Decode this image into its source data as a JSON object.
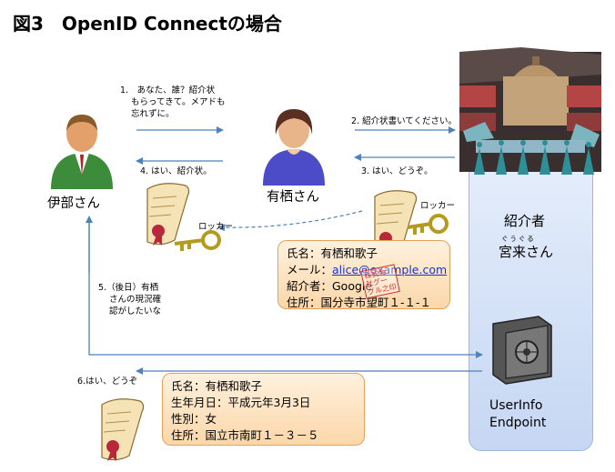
{
  "title": "図3　OpenID Connectの場合",
  "actors": {
    "ibe": "伊部さん",
    "arisu": "有栖さん",
    "introducer_role": "紹介者",
    "introducer_ruby": "ぐうぐる",
    "introducer_name": "宮来さん"
  },
  "steps": {
    "step1": [
      "1.　あなた、誰？紹介状",
      "もらってきて。メアドも",
      "忘れずに。"
    ],
    "step2": "2. 紹介状書いてください。",
    "step3": "3. はい、どうぞ。",
    "step4": "4. はい、紹介状。",
    "step5": [
      "5.（後日）有栖",
      "さんの現況確",
      "認がしたいな"
    ],
    "step6": "6.はい、どうぞ"
  },
  "locker_labels": [
    "ロッカー",
    "ロッカー"
  ],
  "card1": {
    "name": "氏名：有栖和歌子",
    "mail_label": "メール：",
    "mail_value": "alice@example.com",
    "introducer": "紹介者：Google",
    "address": "住所：国分寺市望町１-１-１"
  },
  "stamp": [
    "株式会",
    "社グー",
    "グル之印"
  ],
  "card2": {
    "name": "氏名：有栖和歌子",
    "birth": "生年月日：平成元年3月3日",
    "gender": "性別：女",
    "address": "住所：国立市南町１－３－５"
  },
  "endpoint": [
    "UserInfo",
    "Endpoint"
  ],
  "colors": {
    "arrow": "#4f81bd",
    "panel": "#c6d7f3",
    "callout": "#fcd7a9",
    "man_suit": "#3c8c3c",
    "woman_suit": "#4c4cc8"
  }
}
